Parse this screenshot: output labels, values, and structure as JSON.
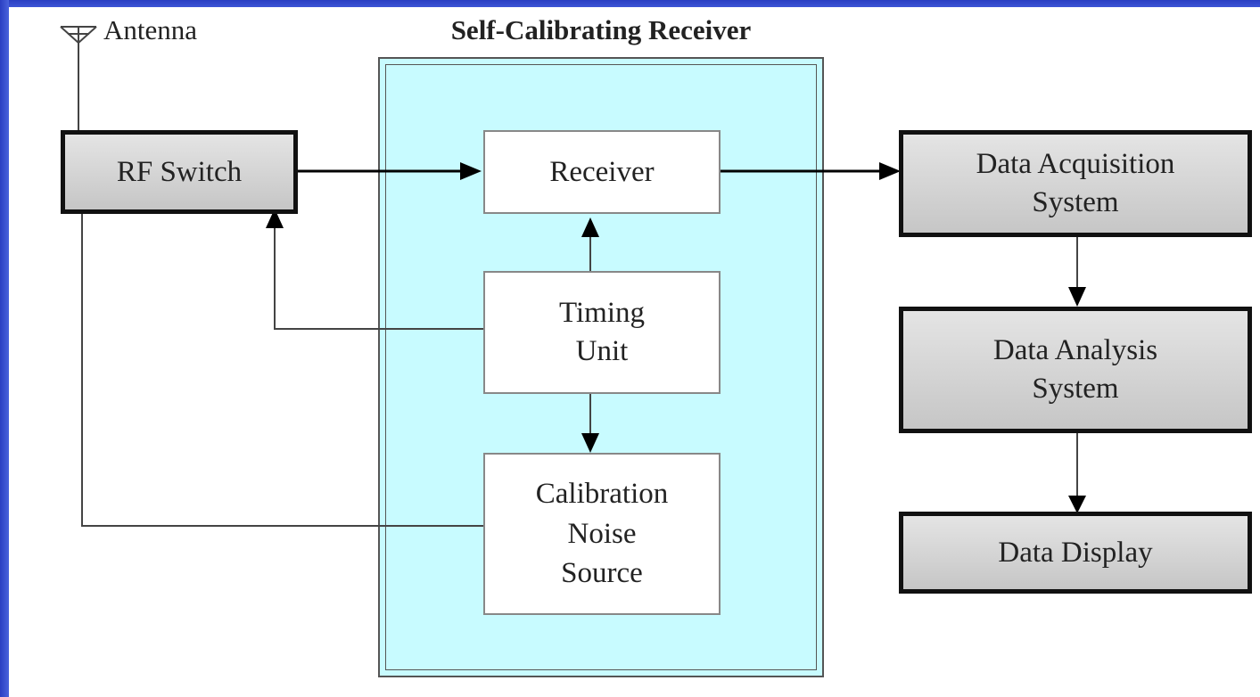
{
  "antenna": {
    "label": "Antenna"
  },
  "container": {
    "title": "Self-Calibrating Receiver"
  },
  "blocks": {
    "rf_switch": {
      "label": "RF Switch"
    },
    "receiver": {
      "label": "Receiver"
    },
    "timing_unit": {
      "line1": "Timing",
      "line2": "Unit"
    },
    "cal_noise": {
      "line1": "Calibration",
      "line2": "Noise",
      "line3": "Source"
    },
    "daq": {
      "line1": "Data Acquisition",
      "line2": "System"
    },
    "analysis": {
      "line1": "Data Analysis",
      "line2": "System"
    },
    "display": {
      "label": "Data Display"
    }
  },
  "colors": {
    "slide_background": "#2f46c8",
    "container_fill": "#c8fbff",
    "gray_box_fill": "#d6d6d6",
    "line_color": "#111111"
  }
}
